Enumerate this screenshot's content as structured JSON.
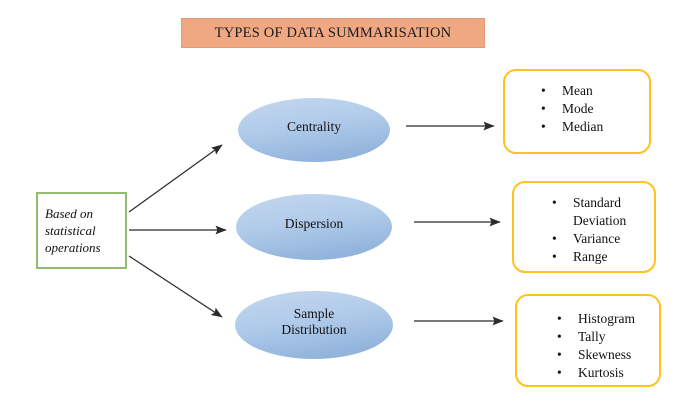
{
  "title": {
    "text": "TYPES OF DATA SUMMARISATION",
    "background_color": "#F0A883"
  },
  "source": {
    "label": "Based on statistical operations",
    "line1": "Based on",
    "line2": "statistical",
    "line3": "operations",
    "border_color": "#8FBC6E"
  },
  "branches": [
    {
      "name": "centrality",
      "ellipse_label": "Centrality",
      "ellipse_line1": "Centrality",
      "ellipse_line2": "",
      "items": [
        "Mean",
        "Mode",
        "Median"
      ]
    },
    {
      "name": "dispersion",
      "ellipse_label": "Dispersion",
      "ellipse_line1": "Dispersion",
      "ellipse_line2": "",
      "items": [
        "Standard Deviation",
        "Variance",
        "Range"
      ]
    },
    {
      "name": "sample-distribution",
      "ellipse_label": "Sample Distribution",
      "ellipse_line1": "Sample",
      "ellipse_line2": "Distribution",
      "items": [
        "Histogram",
        "Tally",
        "Skewness",
        "Kurtosis"
      ]
    }
  ],
  "bullet_glyph": "•",
  "colors": {
    "title_fill": "#F0A883",
    "ellipse_fill_light": "#BBD2EC",
    "ellipse_fill_dark": "#9DBCE0",
    "source_border": "#8FBC6E",
    "outcome_border": "#FFC221",
    "arrow": "#2b2b2b",
    "background": "#FFFFFF"
  }
}
